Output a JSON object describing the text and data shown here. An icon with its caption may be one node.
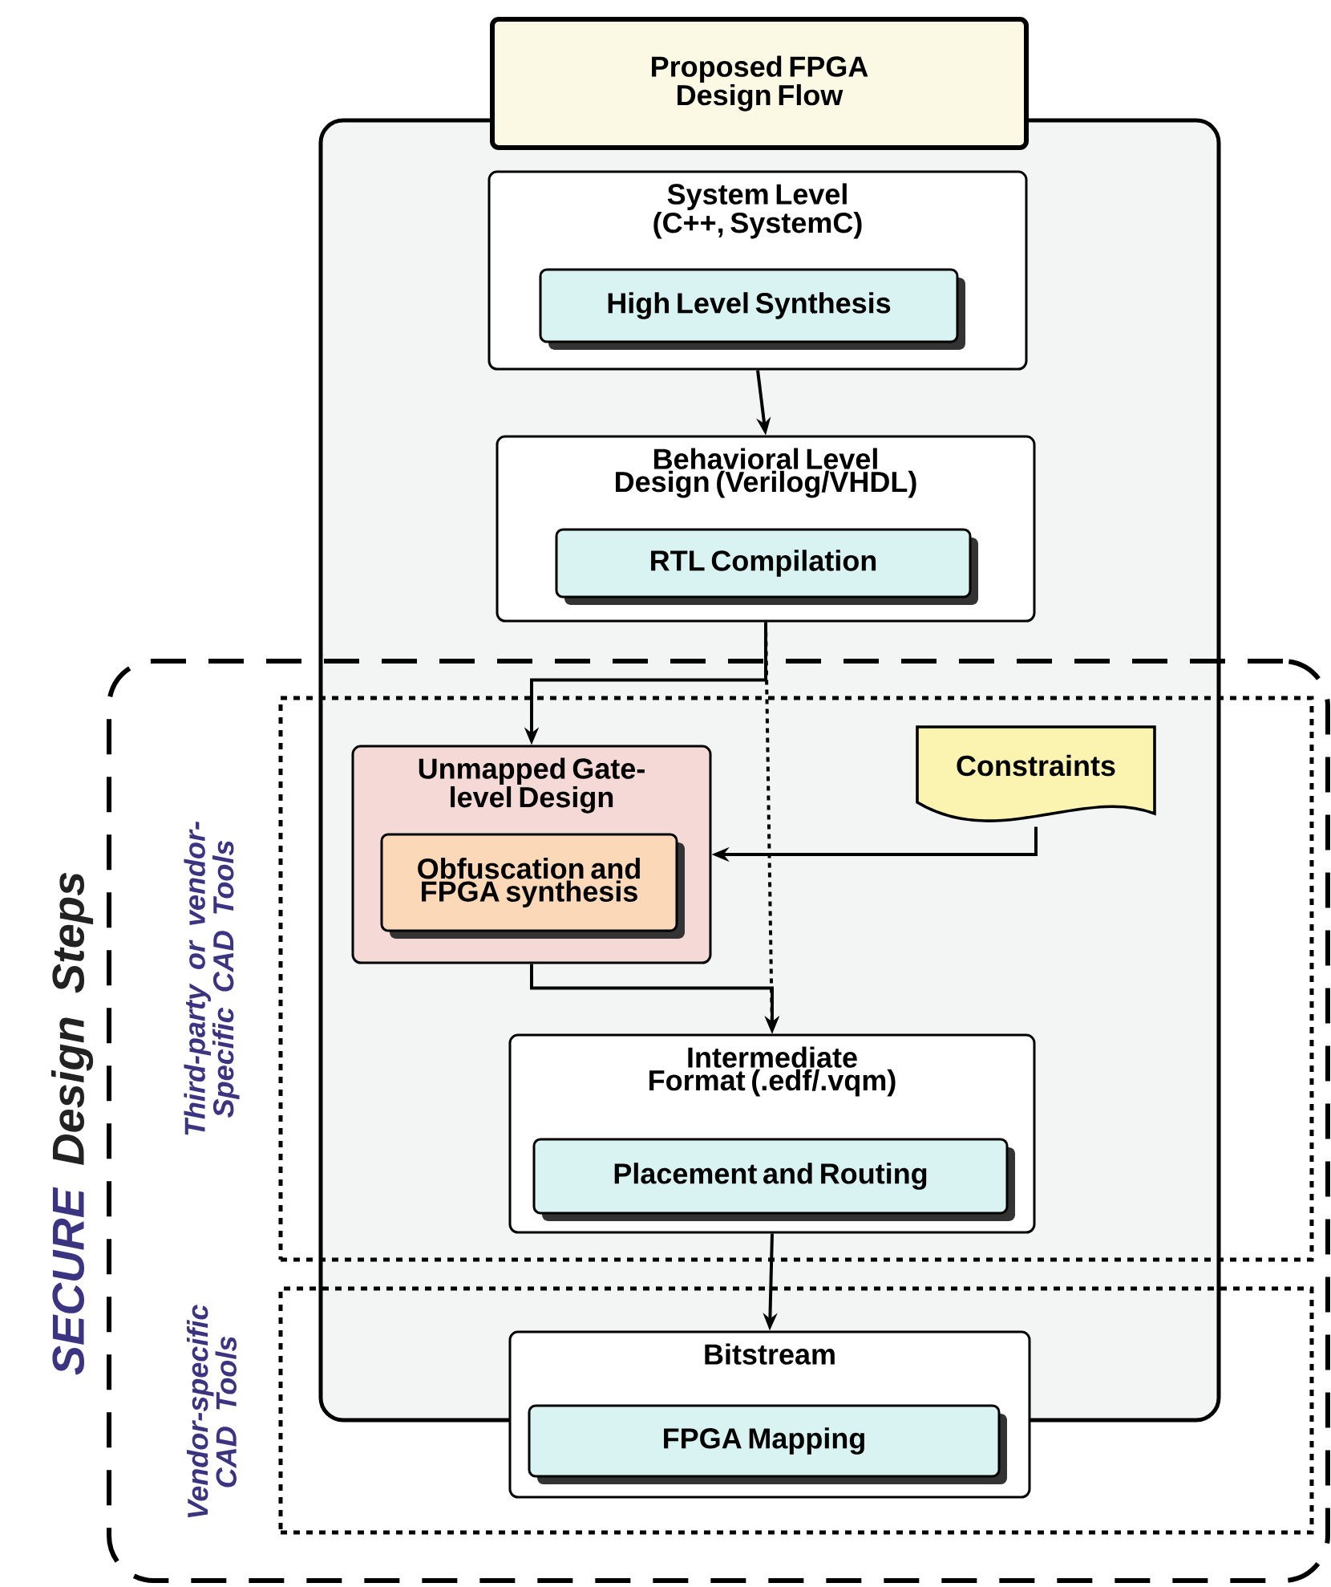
{
  "diagram": {
    "nodes": [
      {
        "text": [
          "Proposed FPGA Design Flow"
        ]
      },
      {
        "text": [
          "System Level (C++, SystemC)"
        ],
        "in": 0
      },
      {
        "text": [
          "High Level Synthesis"
        ],
        "in": 1
      },
      {
        "text": [
          "Behavioral Level Design (Verilog/VHDL)"
        ],
        "in": 0
      },
      {
        "text": [
          "RTL Compilation"
        ],
        "in": 3
      },
      {
        "text": [
          "SECURE",
          "Design Steps"
        ]
      },
      {
        "text": [
          "Third-party or vendor-Specific CAD Tools"
        ],
        "in": 5
      },
      {
        "text": [
          "Unmapped Gate-level Design"
        ],
        "in": 6
      },
      {
        "text": [
          "Obfuscation and FPGA synthesis"
        ],
        "in": 7
      },
      {
        "text": [
          "Constraints"
        ],
        "in": 6
      },
      {
        "text": [
          "Intermediate Format (.edf/.vqm)"
        ],
        "in": 6
      },
      {
        "text": [
          "Placement and Routing"
        ],
        "in": 10
      },
      {
        "text": [
          "Vendor-specific CAD Tools"
        ],
        "in": 5
      },
      {
        "text": [
          "Bitstream"
        ],
        "in": 12
      },
      {
        "text": [
          "FPGA Mapping"
        ],
        "in": 13
      }
    ],
    "edges": [
      {
        "from": 1,
        "to": 3,
        "arrow": "to"
      },
      {
        "from": 3,
        "to": 7,
        "arrow": "to"
      },
      {
        "from": 9,
        "to": 7,
        "arrow": "to"
      },
      {
        "from": 7,
        "to": 10,
        "arrow": "to"
      },
      {
        "from": 3,
        "to": 10,
        "arrow": "to",
        "style": "dashed"
      },
      {
        "from": 10,
        "to": 13,
        "arrow": "to"
      }
    ]
  }
}
